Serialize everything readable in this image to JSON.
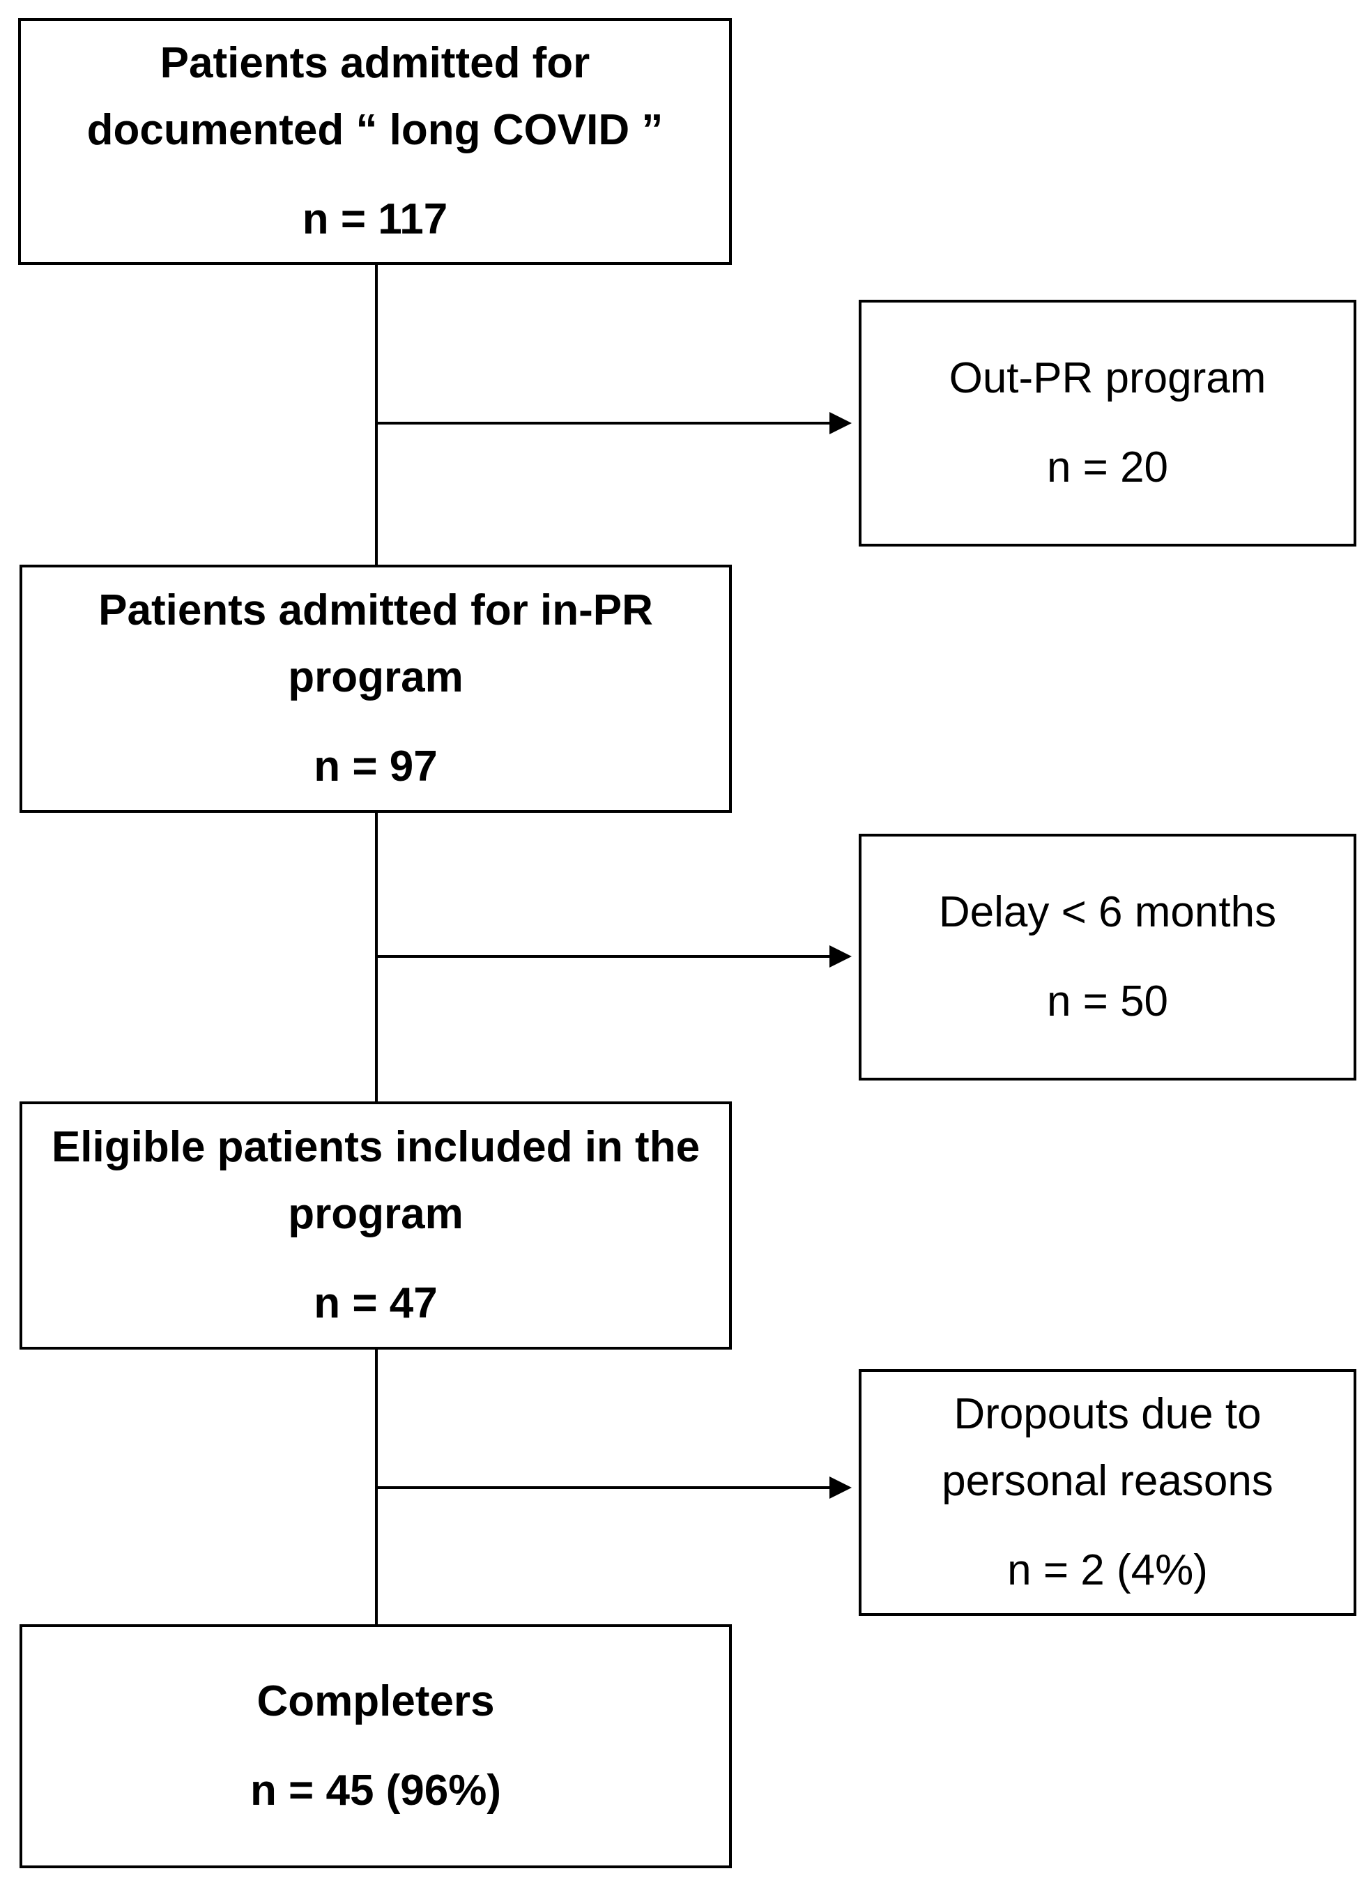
{
  "flow": {
    "main_boxes": [
      {
        "title": "Patients admitted for documented “ long COVID ”",
        "count": "n = 117"
      },
      {
        "title": "Patients admitted for in-PR program",
        "count": "n = 97"
      },
      {
        "title": "Eligible patients included in the program",
        "count": "n = 47"
      },
      {
        "title": "Completers",
        "count": "n = 45 (96%)"
      }
    ],
    "exclusions": [
      {
        "title": "Out-PR program",
        "count": "n = 20"
      },
      {
        "title": "Delay < 6 months",
        "count": "n = 50"
      },
      {
        "title": "Dropouts due to personal reasons",
        "count": "n = 2 (4%)"
      }
    ]
  },
  "colors": {
    "line": "#000000",
    "background": "#ffffff"
  }
}
